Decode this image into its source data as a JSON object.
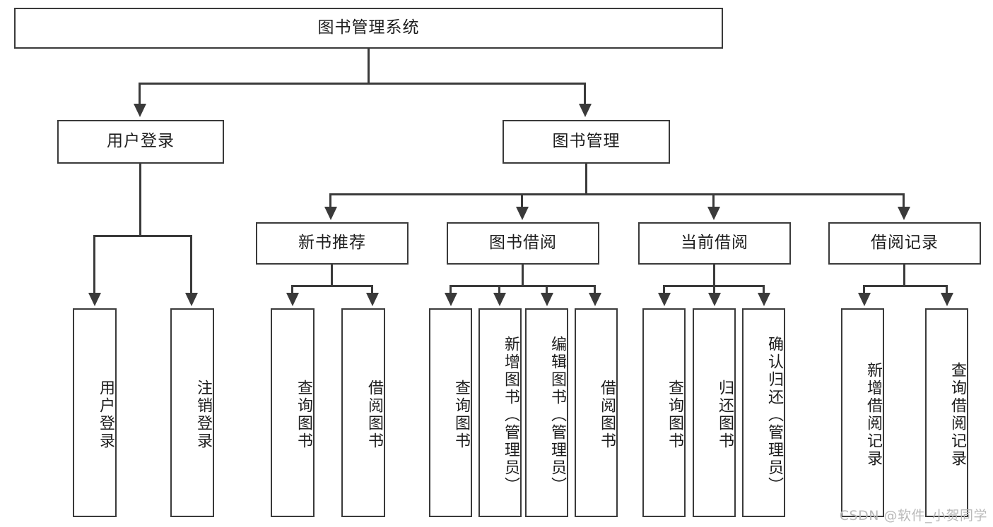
{
  "diagram": {
    "title": "图书管理系统",
    "type": "tree-hierarchy",
    "root": {
      "label": "图书管理系统"
    },
    "level2": [
      {
        "label": "用户登录"
      },
      {
        "label": "图书管理"
      }
    ],
    "level3": [
      {
        "label": "新书推荐"
      },
      {
        "label": "图书借阅"
      },
      {
        "label": "当前借阅"
      },
      {
        "label": "借阅记录"
      }
    ],
    "leaves": {
      "user_login": [
        {
          "label": "用户登录"
        },
        {
          "label": "注销登录"
        }
      ],
      "new_book_recommend": [
        {
          "label": "查询图书"
        },
        {
          "label": "借阅图书"
        }
      ],
      "book_borrow": [
        {
          "label": "查询图书"
        },
        {
          "label": "新增图书（管理员）"
        },
        {
          "label": "编辑图书（管理员）"
        },
        {
          "label": "借阅图书"
        }
      ],
      "current_borrow": [
        {
          "label": "查询图书"
        },
        {
          "label": "归还图书"
        },
        {
          "label": "确认归还（管理员）"
        }
      ],
      "borrow_record": [
        {
          "label": "新增借阅记录"
        },
        {
          "label": "查询借阅记录"
        }
      ]
    }
  },
  "watermark": {
    "text": "CSDN @软件_小贺同学"
  },
  "colors": {
    "stroke": "#3a3a3a",
    "fill": "#ffffff",
    "text": "#1d1d1d",
    "watermark": "#b9b9b9"
  }
}
